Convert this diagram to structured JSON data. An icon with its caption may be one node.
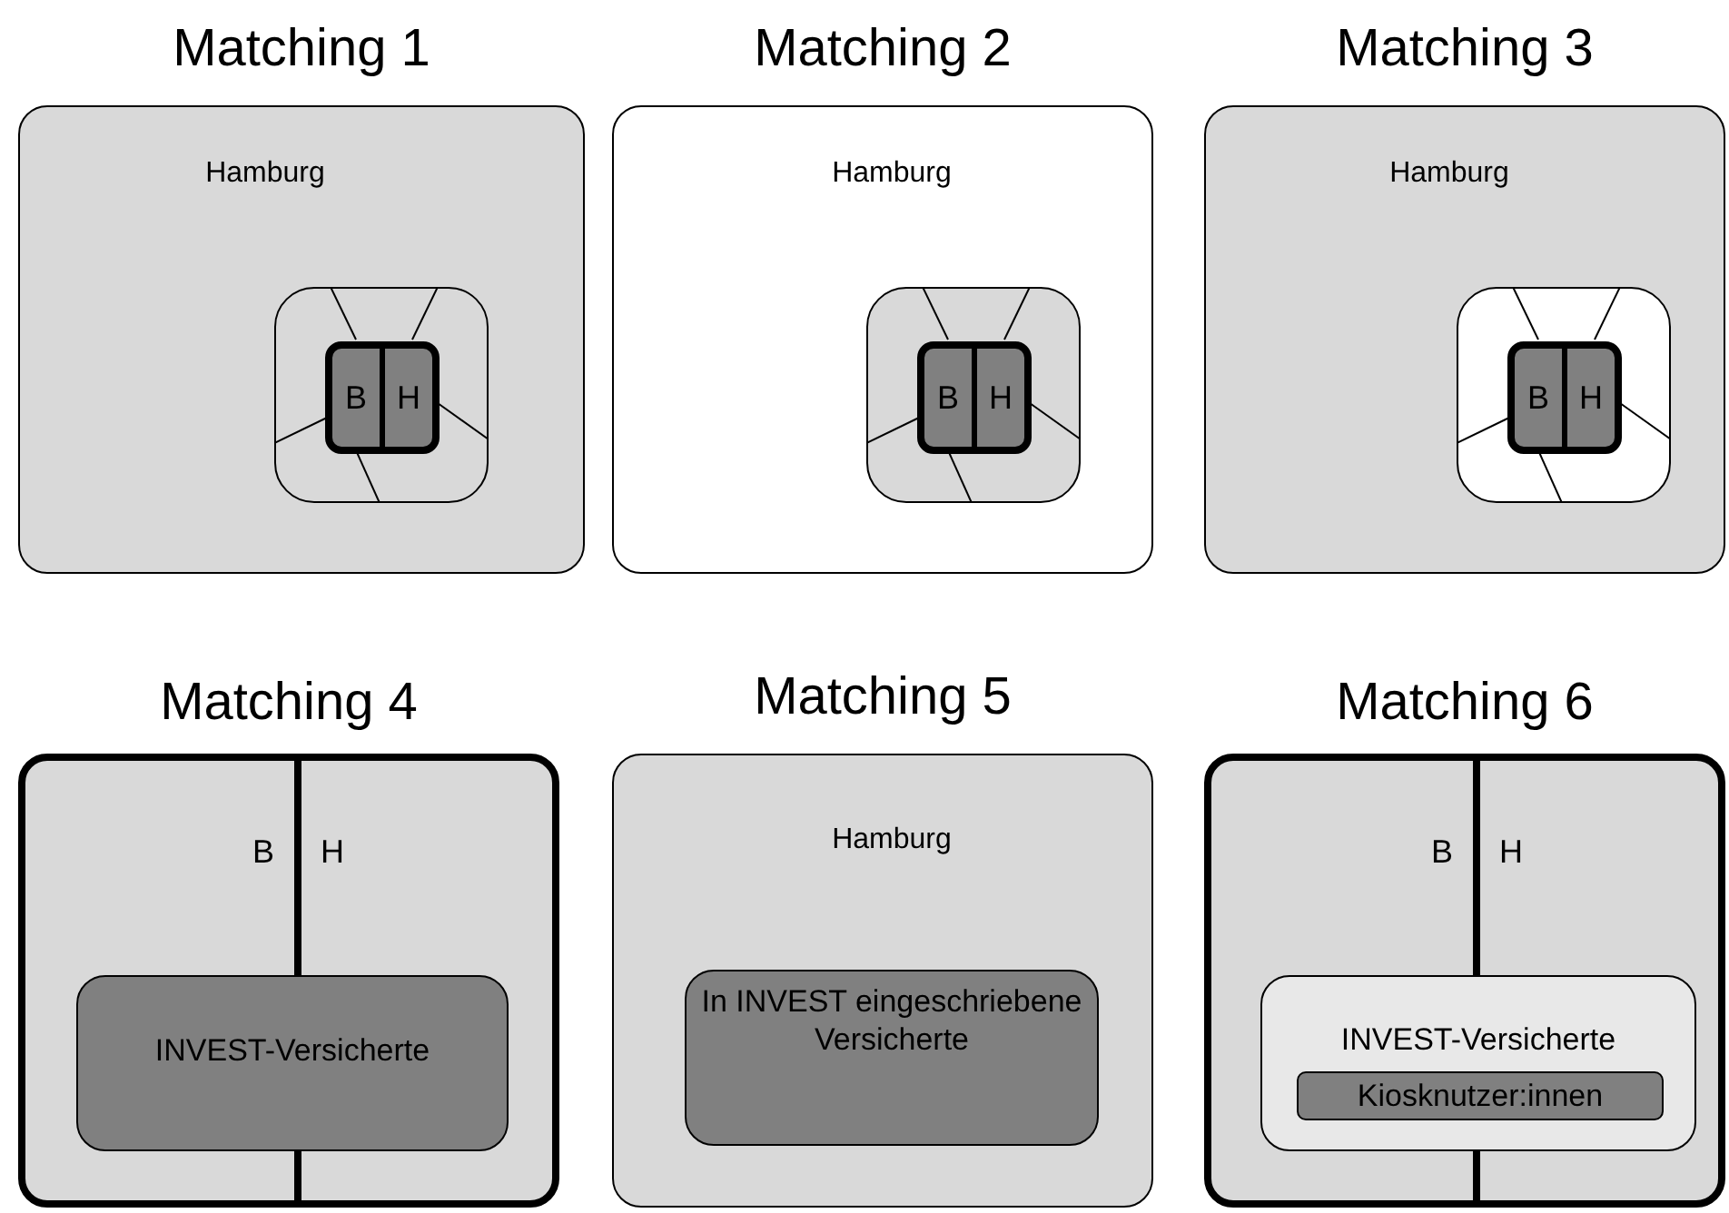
{
  "diagram": {
    "nodes": [
      {
        "text": [
          "Matching 1",
          "Hamburg"
        ]
      },
      {
        "text": [],
        "shape": "box",
        "in": 0
      },
      {
        "text": [],
        "shape": "box",
        "in": 1
      },
      {
        "text": [
          "B"
        ],
        "in": 2
      },
      {
        "text": [
          "H"
        ],
        "in": 2
      },
      {
        "text": [
          "Matching 2",
          "Hamburg"
        ]
      },
      {
        "text": [],
        "shape": "box",
        "in": 5
      },
      {
        "text": [],
        "shape": "box",
        "in": 6
      },
      {
        "text": [
          "B"
        ],
        "in": 7
      },
      {
        "text": [
          "H"
        ],
        "in": 7
      },
      {
        "text": [
          "Matching 3",
          "Hamburg"
        ]
      },
      {
        "text": [],
        "shape": "box",
        "in": 10
      },
      {
        "text": [],
        "shape": "box",
        "in": 11
      },
      {
        "text": [
          "B"
        ],
        "in": 12
      },
      {
        "text": [
          "H"
        ],
        "in": 12
      },
      {
        "text": [
          "Matching 4"
        ]
      },
      {
        "text": [
          "B"
        ],
        "in": 15
      },
      {
        "text": [
          "H"
        ],
        "in": 15
      },
      {
        "text": [
          "INVEST-Versicherte"
        ],
        "in": 15
      },
      {
        "text": [
          "Matching 5",
          "Hamburg"
        ]
      },
      {
        "text": [
          "In INVEST eingeschriebene Versicherte"
        ],
        "in": 19
      },
      {
        "text": [
          "Matching 6"
        ]
      },
      {
        "text": [
          "B"
        ],
        "in": 21
      },
      {
        "text": [
          "H"
        ],
        "in": 21
      },
      {
        "text": [
          "INVEST-Versicherte"
        ],
        "in": 21
      },
      {
        "text": [
          "Kiosknutzer:innen"
        ],
        "in": 24
      }
    ],
    "edges": []
  }
}
